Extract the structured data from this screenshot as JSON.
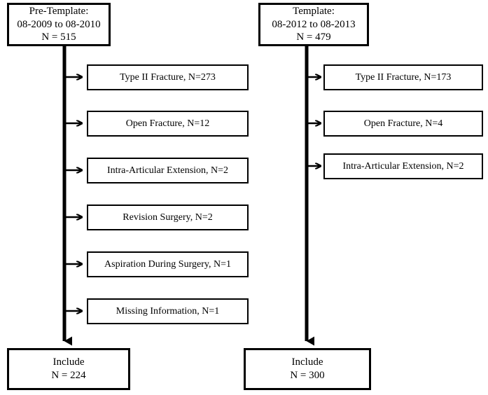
{
  "diagram": {
    "type": "flowchart",
    "columns": [
      {
        "id": "pre-template",
        "header": {
          "lines": [
            "Pre-Template:",
            "08-2009 to 08-2010",
            "N = 515"
          ]
        },
        "exclusions": [
          {
            "lines": [
              "Type II Fracture,  N=273"
            ]
          },
          {
            "lines": [
              "Open Fracture,  N=12"
            ]
          },
          {
            "lines": [
              "Intra-Articular Extension,  N=2"
            ]
          },
          {
            "lines": [
              "Revision Surgery,  N=2"
            ]
          },
          {
            "lines": [
              "Aspiration During Surgery,  N=1"
            ]
          },
          {
            "lines": [
              "Missing Information, N=1"
            ]
          }
        ],
        "footer": {
          "lines": [
            "Include",
            "N = 224"
          ]
        }
      },
      {
        "id": "template",
        "header": {
          "lines": [
            "Template:",
            "08-2012 to 08-2013",
            "N = 479"
          ]
        },
        "exclusions": [
          {
            "lines": [
              "Type II Fracture,  N=173"
            ]
          },
          {
            "lines": [
              "Open Fracture,  N=4"
            ]
          },
          {
            "lines": [
              "Intra-Articular Extension,  N=2"
            ]
          }
        ],
        "footer": {
          "lines": [
            "Include",
            "N = 300"
          ]
        }
      }
    ],
    "colors": {
      "stroke": "#000000",
      "background": "#ffffff",
      "text": "#000000"
    }
  }
}
